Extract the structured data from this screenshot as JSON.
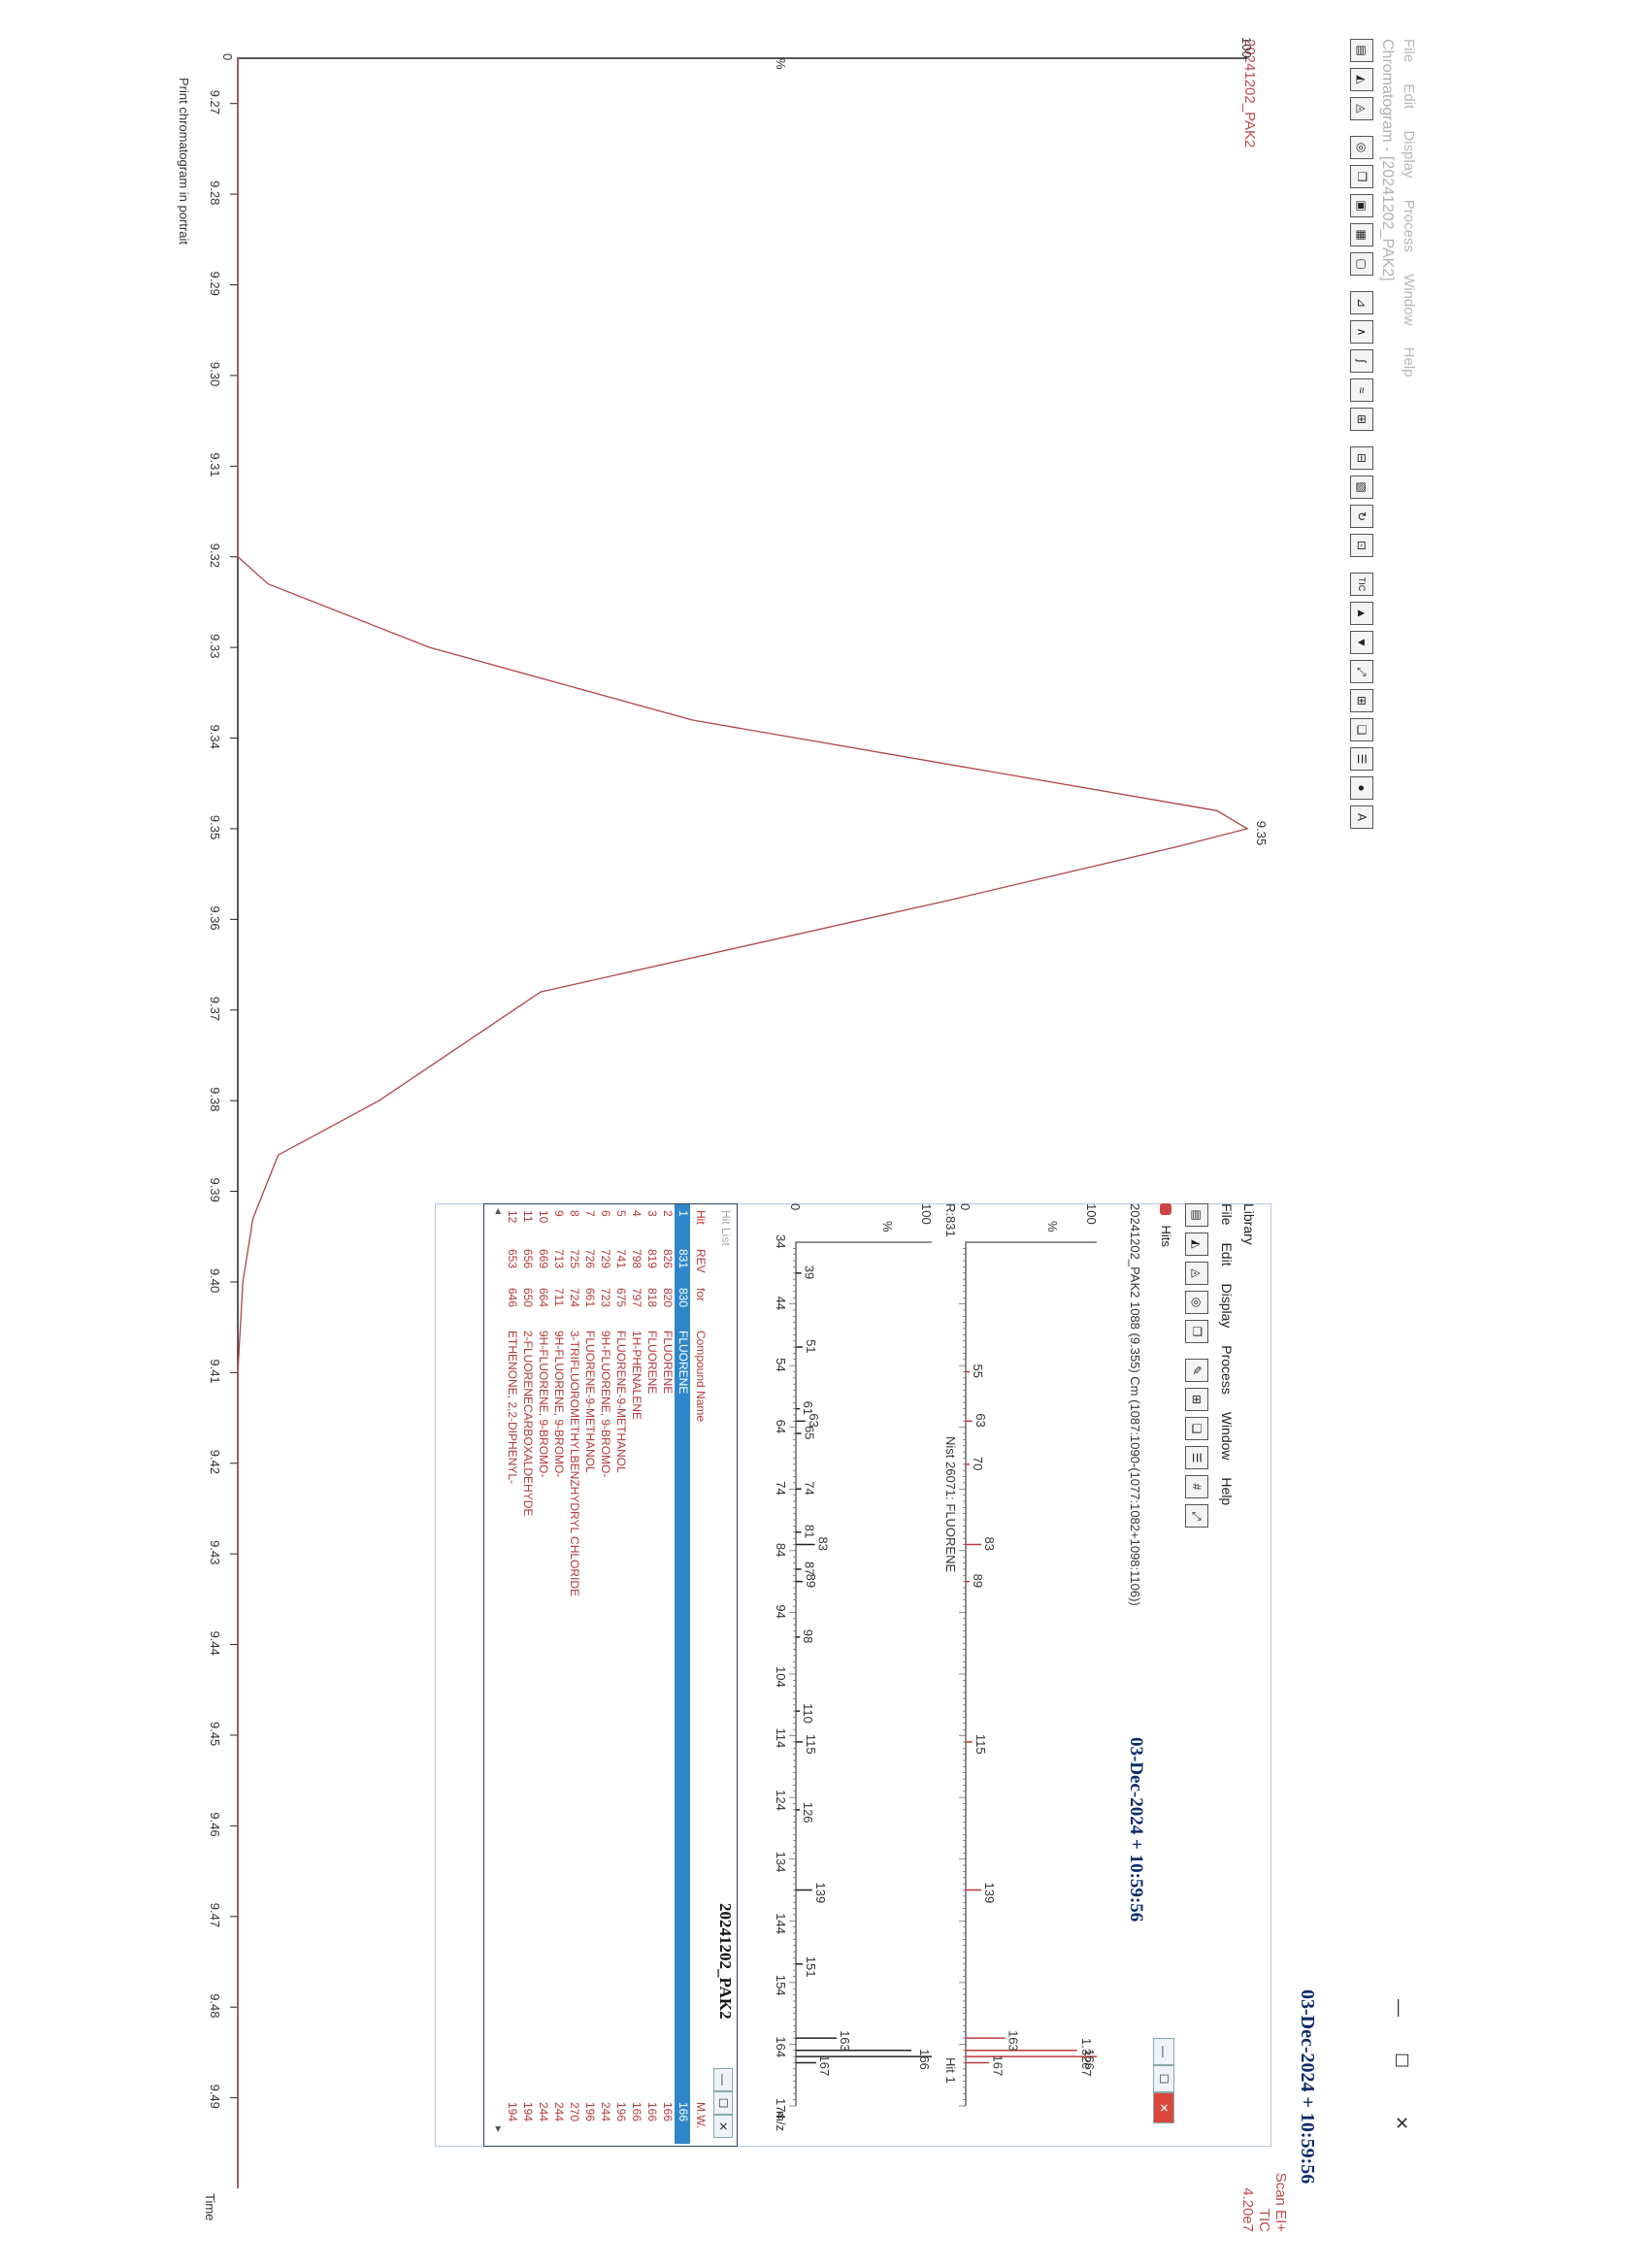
{
  "window": {
    "title": "Chromatogram - [20241202_PAK2]",
    "menu": [
      "File",
      "Edit",
      "Display",
      "Process",
      "Window",
      "Help"
    ],
    "minimize": "—",
    "maximize": "☐",
    "close": "✕",
    "toolbar_tic_label": "TIC"
  },
  "chromatogram": {
    "sample_name": "20241202_PAK2",
    "timestamp": "03-Dec-2024 + 10:59:56",
    "scan_mode": "Scan EI+",
    "trace": "TIC",
    "intensity": "4.20e7",
    "y_axis_top": "100",
    "y_axis_bottom": "0",
    "y_axis_unit": "%",
    "x_axis_label": "Time",
    "peak_label": "9.35",
    "status_text": "Print chromatogram in portrait"
  },
  "chart_data": {
    "type": "line",
    "xlabel": "Time",
    "ylabel": "%",
    "xlim": [
      9.265,
      9.5
    ],
    "ylim": [
      0,
      100
    ],
    "x_ticks": [
      "9.27",
      "9.28",
      "9.29",
      "9.30",
      "9.31",
      "9.32",
      "9.33",
      "9.34",
      "9.35",
      "9.36",
      "9.37",
      "9.38",
      "9.39",
      "9.40",
      "9.41",
      "9.42",
      "9.43",
      "9.44",
      "9.45",
      "9.46",
      "9.47",
      "9.48",
      "9.49"
    ],
    "x": [
      9.265,
      9.3,
      9.32,
      9.323,
      9.33,
      9.338,
      9.348,
      9.35,
      9.352,
      9.358,
      9.368,
      9.38,
      9.386,
      9.393,
      9.4,
      9.41,
      9.5
    ],
    "y": [
      0,
      0,
      0,
      3,
      19,
      45,
      97,
      100,
      93,
      70,
      30,
      14,
      4,
      1.5,
      0.5,
      0,
      0
    ]
  },
  "library": {
    "title": "Library",
    "menu": [
      "File",
      "Edit",
      "Display",
      "Process",
      "Window",
      "Help"
    ],
    "hits_title": "Hits",
    "timestamp": "03-Dec-2024 + 10:59:56",
    "spectrum_header": "20241202_PAK2 1088 (9.355) Cm (1087:1090-(1077:1082+1098:1106))",
    "intensity": "1.32e7",
    "nist_label": "Nist 26071: FLUORENE",
    "r_label": "R:831",
    "hit_label": "Hit 1",
    "axis_100": "100",
    "axis_0": "0",
    "axis_unit": "%",
    "mz_label": "m/z",
    "axis_ticks": [
      "34",
      "44",
      "54",
      "64",
      "74",
      "84",
      "94",
      "104",
      "114",
      "124",
      "134",
      "144",
      "154",
      "164",
      "174"
    ]
  },
  "upper_spectrum": {
    "peaks": [
      {
        "mz": 55,
        "rel": 3
      },
      {
        "mz": 63,
        "rel": 5
      },
      {
        "mz": 70,
        "rel": 3
      },
      {
        "mz": 83,
        "rel": 12
      },
      {
        "mz": 89,
        "rel": 3
      },
      {
        "mz": 115,
        "rel": 5
      },
      {
        "mz": 139,
        "rel": 12
      },
      {
        "mz": 163,
        "rel": 30
      },
      {
        "mz": 165,
        "rel": 85
      },
      {
        "mz": 166,
        "rel": 100
      },
      {
        "mz": 167,
        "rel": 18
      }
    ],
    "labels": [
      "55",
      "63",
      "70",
      "83",
      "89",
      "115",
      "139",
      "163",
      "166",
      "167"
    ]
  },
  "lower_spectrum": {
    "peaks": [
      {
        "mz": 39,
        "rel": 4
      },
      {
        "mz": 51,
        "rel": 5
      },
      {
        "mz": 61,
        "rel": 3
      },
      {
        "mz": 63,
        "rel": 7
      },
      {
        "mz": 65,
        "rel": 4
      },
      {
        "mz": 74,
        "rel": 4
      },
      {
        "mz": 81,
        "rel": 4
      },
      {
        "mz": 83,
        "rel": 14
      },
      {
        "mz": 87,
        "rel": 4
      },
      {
        "mz": 89,
        "rel": 5
      },
      {
        "mz": 98,
        "rel": 3
      },
      {
        "mz": 110,
        "rel": 3
      },
      {
        "mz": 115,
        "rel": 5
      },
      {
        "mz": 126,
        "rel": 3
      },
      {
        "mz": 139,
        "rel": 12
      },
      {
        "mz": 151,
        "rel": 5
      },
      {
        "mz": 163,
        "rel": 30
      },
      {
        "mz": 165,
        "rel": 85
      },
      {
        "mz": 166,
        "rel": 100
      },
      {
        "mz": 167,
        "rel": 15
      }
    ],
    "labels": [
      "39",
      "51",
      "61",
      "63",
      "65",
      "74",
      "81",
      "83",
      "87",
      "89",
      "98",
      "110",
      "115",
      "126",
      "139",
      "151",
      "163",
      "166",
      "167"
    ]
  },
  "hit_list": {
    "title": "Hit List",
    "sample_name": "20241202_PAK2",
    "columns": [
      "Hit",
      "REV",
      "for",
      "Compound Name",
      "M.W."
    ],
    "rows": [
      {
        "hit": "1",
        "rev": "831",
        "for": "830",
        "name": "FLUORENE",
        "mw": "166"
      },
      {
        "hit": "2",
        "rev": "826",
        "for": "820",
        "name": "FLUORENE",
        "mw": "166"
      },
      {
        "hit": "3",
        "rev": "819",
        "for": "818",
        "name": "FLUORENE",
        "mw": "166"
      },
      {
        "hit": "4",
        "rev": "798",
        "for": "797",
        "name": "1H-PHENALENE",
        "mw": "166"
      },
      {
        "hit": "5",
        "rev": "741",
        "for": "675",
        "name": "FLUORENE-9-METHANOL",
        "mw": "196"
      },
      {
        "hit": "6",
        "rev": "729",
        "for": "723",
        "name": "9H-FLUORENE, 9-BROMO-",
        "mw": "244"
      },
      {
        "hit": "7",
        "rev": "726",
        "for": "661",
        "name": "FLUORENE-9-METHANOL",
        "mw": "196"
      },
      {
        "hit": "8",
        "rev": "725",
        "for": "724",
        "name": "3-TRIFLUOROMETHYLBENZHYDRYL CHLORIDE",
        "mw": "270"
      },
      {
        "hit": "9",
        "rev": "713",
        "for": "711",
        "name": "9H-FLUORENE, 9-BROMO-",
        "mw": "244"
      },
      {
        "hit": "10",
        "rev": "669",
        "for": "664",
        "name": "9H-FLUORENE, 9-BROMO-",
        "mw": "244"
      },
      {
        "hit": "11",
        "rev": "656",
        "for": "650",
        "name": "2-FLUORENECARBOXALDEHYDE",
        "mw": "194"
      },
      {
        "hit": "12",
        "rev": "653",
        "for": "646",
        "name": "ETHENONE, 2,2-DIPHENYL-",
        "mw": "194"
      }
    ]
  }
}
